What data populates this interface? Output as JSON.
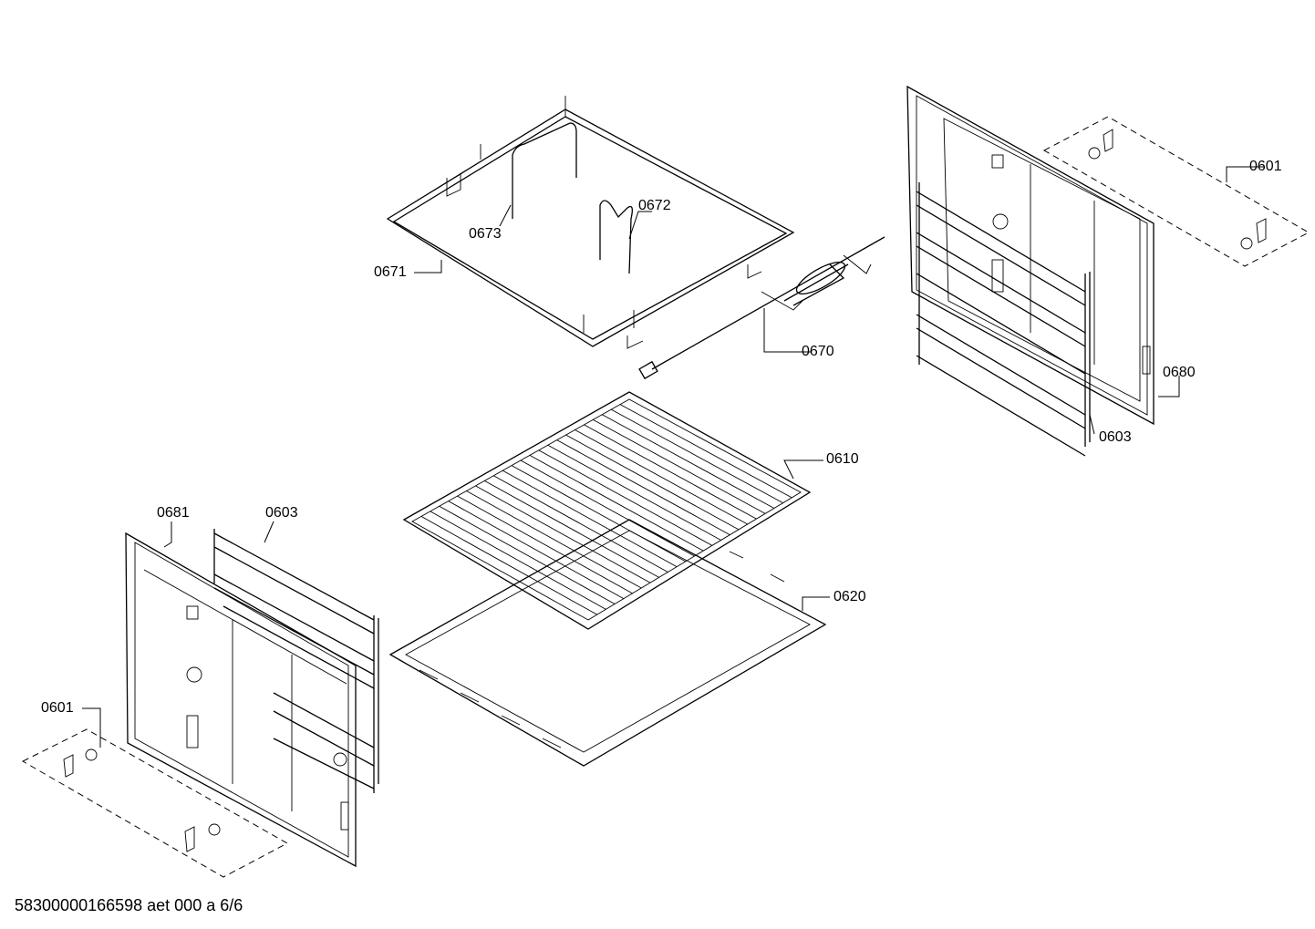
{
  "diagram": {
    "labels": {
      "rack_frame": "0671",
      "rack_support_a": "0673",
      "rack_support_b": "0672",
      "rotisserie": "0670",
      "clip_right": "0601",
      "side_panel_right": "0680",
      "shelf_runner_right": "0603",
      "wire_shelf": "0610",
      "side_panel_left": "0681",
      "shelf_runner_left": "0603",
      "baking_tray": "0620",
      "clip_left": "0601"
    },
    "footer": "58300000166598 aet 000 a 6/6"
  }
}
